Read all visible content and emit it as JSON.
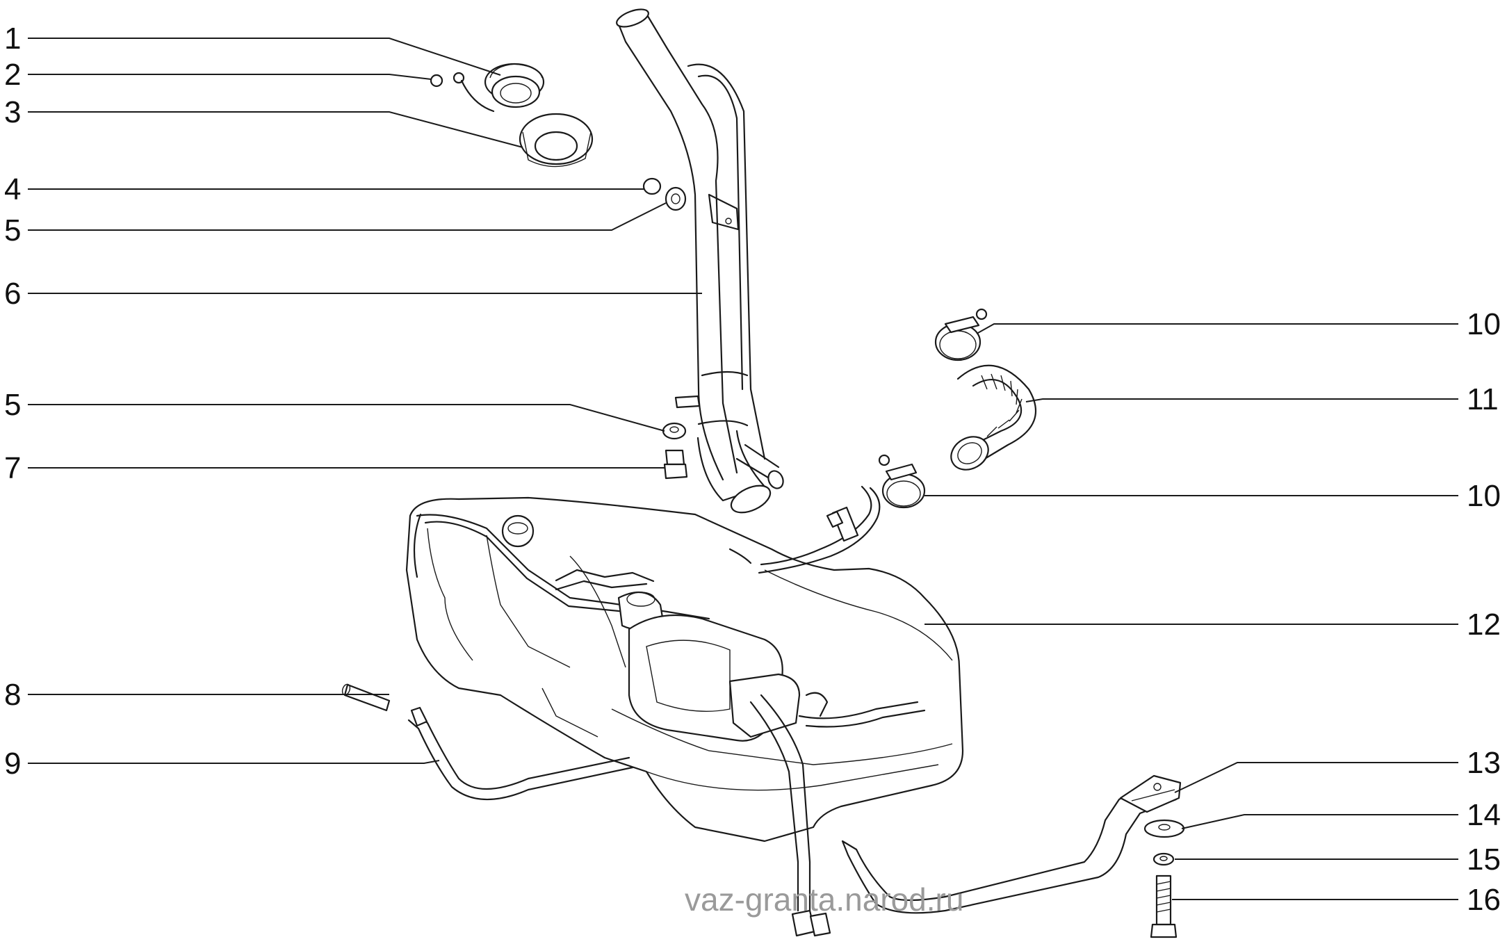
{
  "diagram": {
    "callouts_left": [
      "1",
      "2",
      "3",
      "4",
      "5",
      "6",
      "5",
      "7",
      "8",
      "9"
    ],
    "callouts_right": [
      "10",
      "11",
      "10",
      "12",
      "13",
      "14",
      "15",
      "16"
    ],
    "watermark": "vaz-granta.narod.ru"
  },
  "colors": {
    "line": "#1a1a1a",
    "watermark": "#9a9a9a",
    "background": "#ffffff"
  }
}
